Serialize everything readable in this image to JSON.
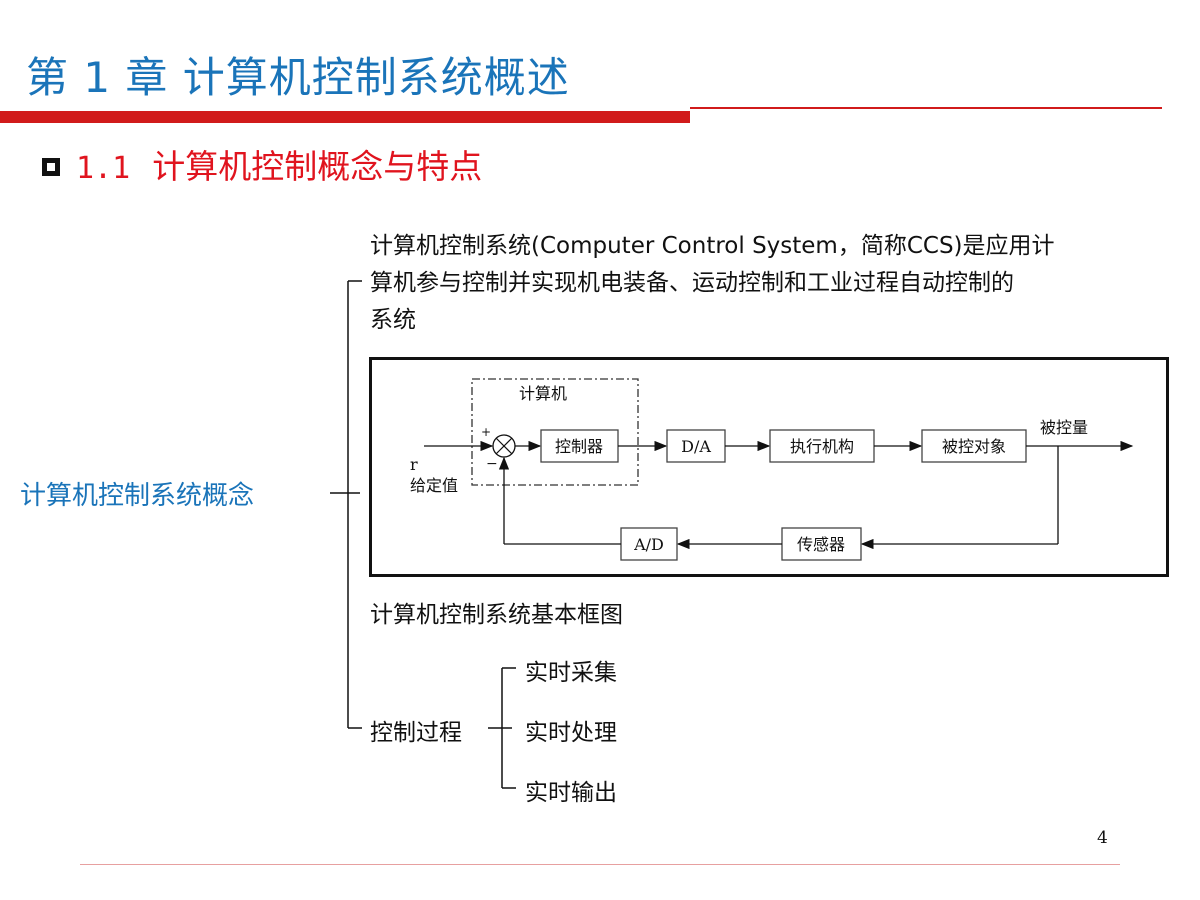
{
  "chapter_title": "第 1 章  计算机控制系统概述",
  "section": {
    "number": "1.1",
    "title": "计算机控制概念与特点"
  },
  "concept_label": "计算机控制系统概念",
  "definition_lines": [
    "计算机控制系统(Computer Control System，简称CCS)是应用计",
    "算机参与控制并实现机电装备、运动控制和工业过程自动控制的",
    "系统"
  ],
  "diagram": {
    "computer_label": "计算机",
    "controller": "控制器",
    "da": "D/A",
    "actuator": "执行机构",
    "plant": "被控对象",
    "output_label": "被控量",
    "ad": "A/D",
    "sensor": "传感器",
    "input_symbol": "r",
    "input_label": "给定值",
    "plus_sign": "+",
    "minus_sign": "−"
  },
  "diagram_caption": "计算机控制系统基本框图",
  "process": {
    "label": "控制过程",
    "items": [
      "实时采集",
      "实时处理",
      "实时输出"
    ]
  },
  "page_number": "4",
  "colors": {
    "title_blue": "#1a74b9",
    "accent_red": "#d11b1b",
    "heading_red": "#e0141e"
  }
}
